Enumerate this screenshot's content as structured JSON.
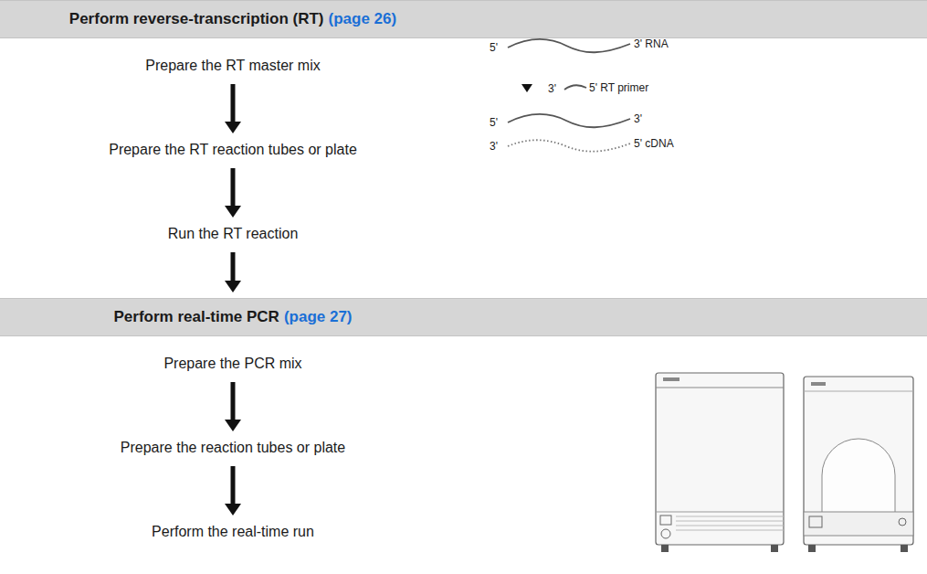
{
  "diagram": {
    "nodes": [
      {
        "text": [
          "Perform reverse-transcription (RT)",
          "(page 26)"
        ]
      },
      {
        "text": [
          "Prepare the RT master mix"
        ]
      },
      {
        "text": [
          "Prepare the RT reaction tubes or plate"
        ]
      },
      {
        "text": [
          "Run the RT reaction"
        ]
      },
      {
        "text": [
          "Perform real-time PCR",
          "(page 27)"
        ]
      },
      {
        "text": [
          "Prepare the PCR mix"
        ]
      },
      {
        "text": [
          "Prepare the reaction tubes or plate"
        ]
      },
      {
        "text": [
          "Perform the real-time run"
        ]
      }
    ],
    "edges": [
      {
        "from": 1,
        "to": 2,
        "arrow": "to"
      },
      {
        "from": 2,
        "to": 3,
        "arrow": "to"
      },
      {
        "from": 3,
        "to": 4,
        "arrow": "to"
      },
      {
        "from": 5,
        "to": 6,
        "arrow": "to"
      },
      {
        "from": 6,
        "to": 7,
        "arrow": "to"
      }
    ],
    "labels": [
      "5'",
      "3' RNA",
      "3'",
      "5' RT primer",
      "5'",
      "3'",
      "3'",
      "5' cDNA"
    ]
  }
}
